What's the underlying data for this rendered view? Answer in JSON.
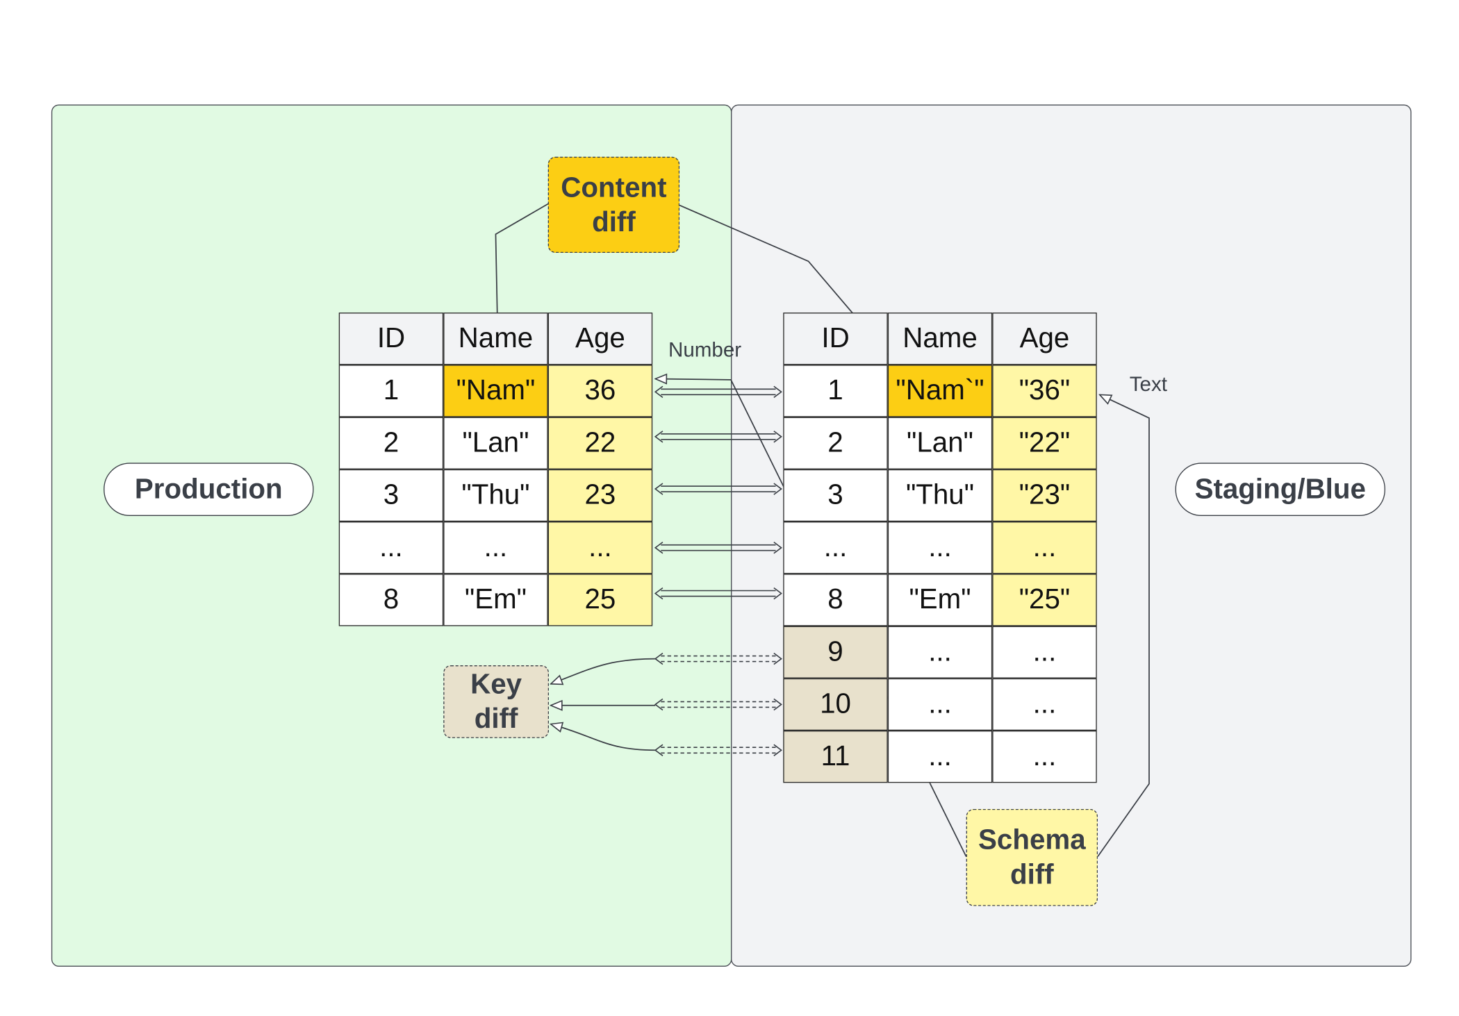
{
  "panels": {
    "production": {
      "label": "Production",
      "color": "#e1fae3"
    },
    "staging": {
      "label": "Staging/Blue",
      "color": "#f2f3f5"
    }
  },
  "production_table": {
    "headers": [
      "ID",
      "Name",
      "Age"
    ],
    "rows": [
      [
        "1",
        "\"Nam\"",
        "36"
      ],
      [
        "2",
        "\"Lan\"",
        "22"
      ],
      [
        "3",
        "\"Thu\"",
        "23"
      ],
      [
        "...",
        "...",
        "..."
      ],
      [
        "8",
        "\"Em\"",
        "25"
      ]
    ]
  },
  "staging_table": {
    "headers": [
      "ID",
      "Name",
      "Age"
    ],
    "rows": [
      [
        "1",
        "\"Nam`\"",
        "\"36\""
      ],
      [
        "2",
        "\"Lan\"",
        "\"22\""
      ],
      [
        "3",
        "\"Thu\"",
        "\"23\""
      ],
      [
        "...",
        "...",
        "..."
      ],
      [
        "8",
        "\"Em\"",
        "\"25\""
      ],
      [
        "9",
        "...",
        "..."
      ],
      [
        "10",
        "...",
        "..."
      ],
      [
        "11",
        "...",
        "..."
      ]
    ]
  },
  "diff_boxes": {
    "content": "Content\ndiff",
    "key": "Key\ndiff",
    "schema": "Schema\ndiff"
  },
  "labels": {
    "number": "Number",
    "text": "Text"
  },
  "colors": {
    "content_diff": "#fcce14",
    "schema_diff": "#fff7a6",
    "key_diff": "#e8e1cc",
    "header": "#f2f3f5"
  }
}
